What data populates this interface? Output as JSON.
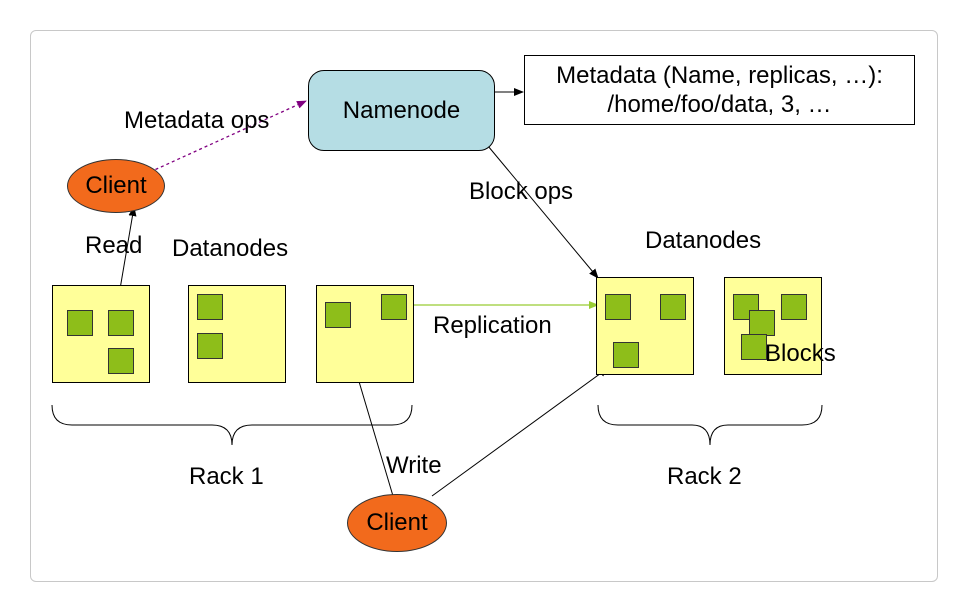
{
  "namenode": {
    "label": "Namenode"
  },
  "metadata_box": {
    "line1": "Metadata (Name, replicas, …):",
    "line2": "/home/foo/data, 3, …"
  },
  "clients": {
    "top_label": "Client",
    "bottom_label": "Client"
  },
  "edges": {
    "metadata_ops": "Metadata ops",
    "block_ops": "Block ops",
    "read": "Read",
    "write": "Write",
    "replication": "Replication"
  },
  "racks": {
    "rack1": {
      "label": "Rack 1",
      "datanodes_label": "Datanodes"
    },
    "rack2": {
      "label": "Rack 2",
      "datanodes_label": "Datanodes"
    }
  },
  "blocks_label": "Blocks",
  "colors": {
    "namenode_fill": "#b5dde4",
    "client_fill": "#f26a1c",
    "datanode_fill": "#ffff99",
    "block_fill": "#8ebe1a",
    "metadata_ops_arrow": "#800080",
    "replication_arrow": "#99cc33"
  }
}
